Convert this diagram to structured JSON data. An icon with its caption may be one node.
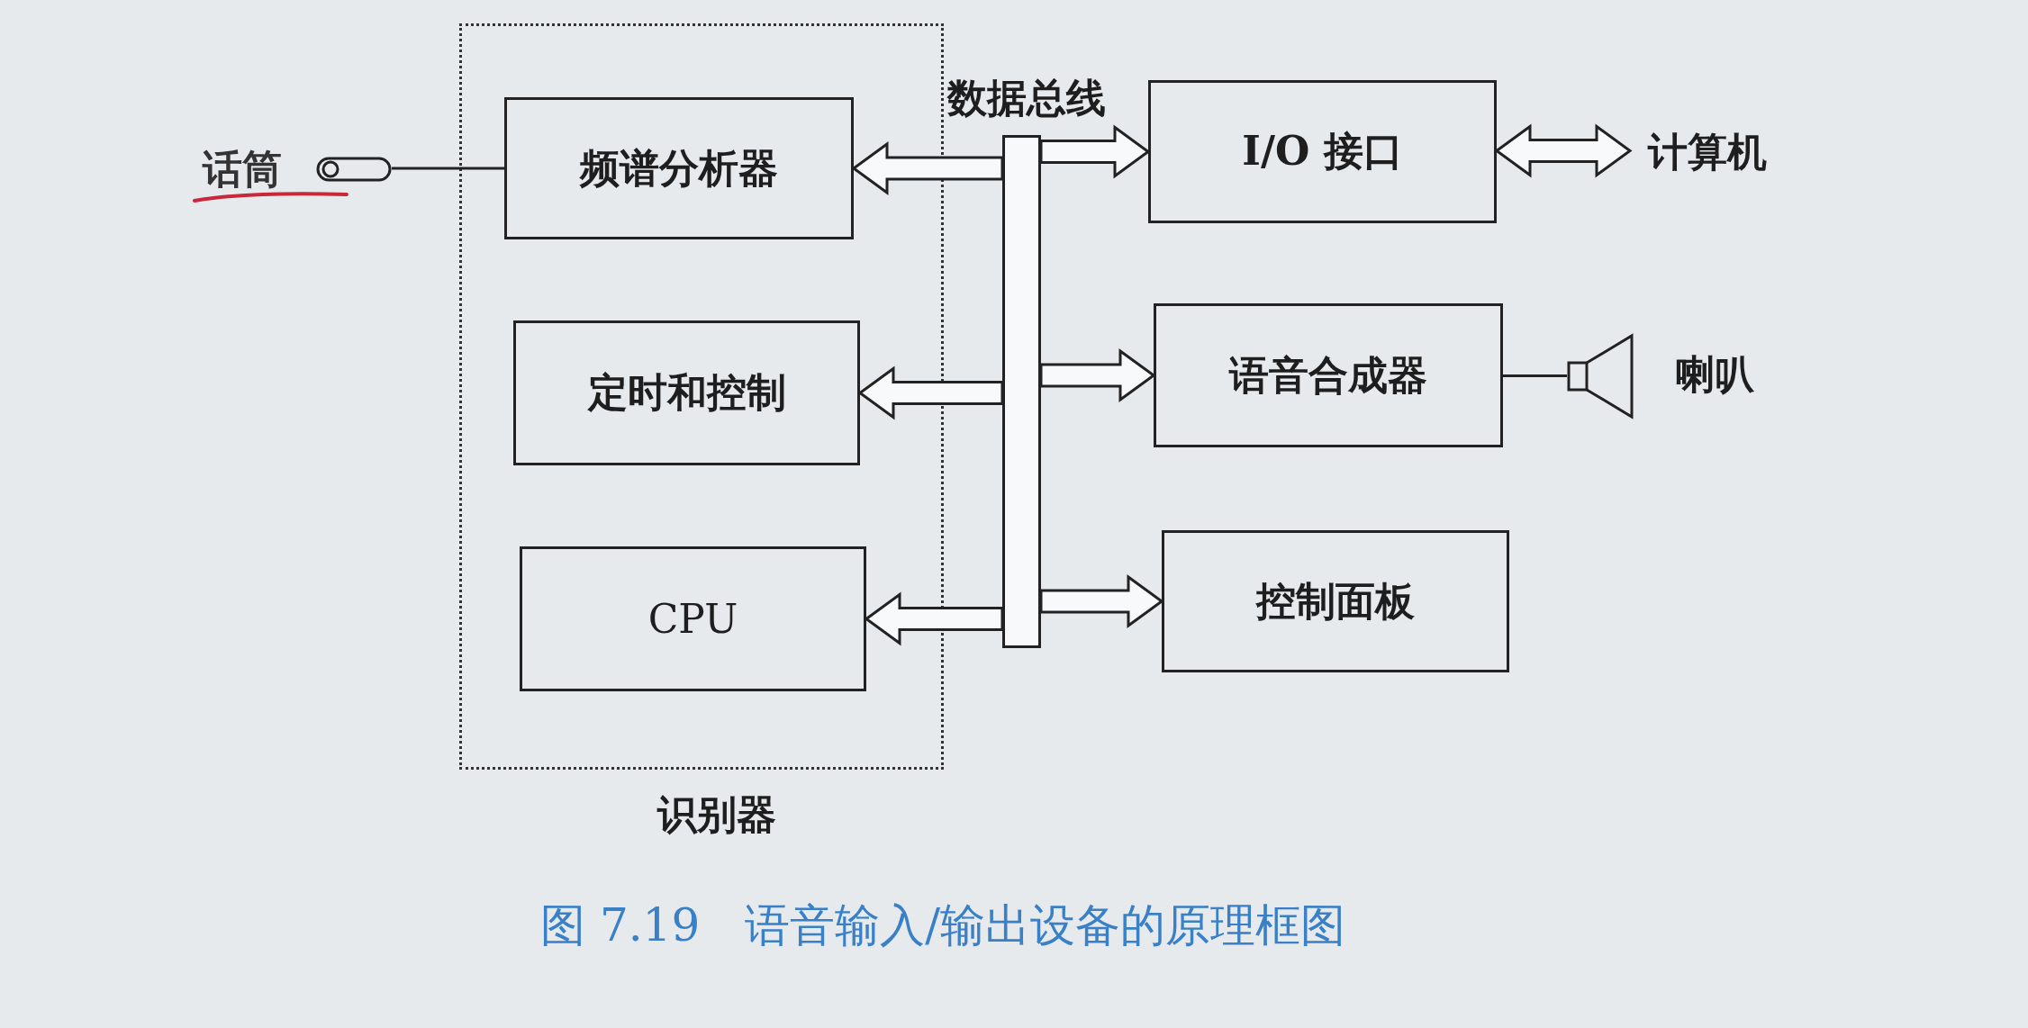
{
  "diagram": {
    "caption": "图 7.19　语音输入/输出设备的原理框图",
    "nodes": [
      {
        "text": [
          "识别器"
        ]
      },
      {
        "text": [
          "频谱分析器"
        ],
        "in": 0
      },
      {
        "text": [
          "定时和控制"
        ],
        "in": 0
      },
      {
        "text": [
          "CPU"
        ],
        "in": 0
      },
      {
        "text": [
          "I/O 接口"
        ]
      },
      {
        "text": [
          "语音合成器"
        ]
      },
      {
        "text": [
          "控制面板"
        ]
      },
      {
        "text": [
          "话筒"
        ]
      },
      {
        "text": [
          "计算机"
        ]
      },
      {
        "text": [
          "喇叭"
        ]
      },
      {
        "text": [
          "数据总线"
        ]
      }
    ],
    "edges": [
      {
        "from": 7,
        "to": 1,
        "arrow": "none"
      },
      {
        "from": 10,
        "to": 1,
        "arrow": "to",
        "style": "thick"
      },
      {
        "from": 10,
        "to": 2,
        "arrow": "to",
        "style": "thick"
      },
      {
        "from": 10,
        "to": 3,
        "arrow": "to",
        "style": "thick"
      },
      {
        "from": 10,
        "to": 4,
        "arrow": "to",
        "style": "thick"
      },
      {
        "from": 10,
        "to": 5,
        "arrow": "to",
        "style": "thick"
      },
      {
        "from": 10,
        "to": 6,
        "arrow": "to",
        "style": "thick"
      },
      {
        "from": 4,
        "to": 8,
        "arrow": "both",
        "style": "thick"
      },
      {
        "from": 5,
        "to": 9,
        "arrow": "none"
      }
    ]
  }
}
